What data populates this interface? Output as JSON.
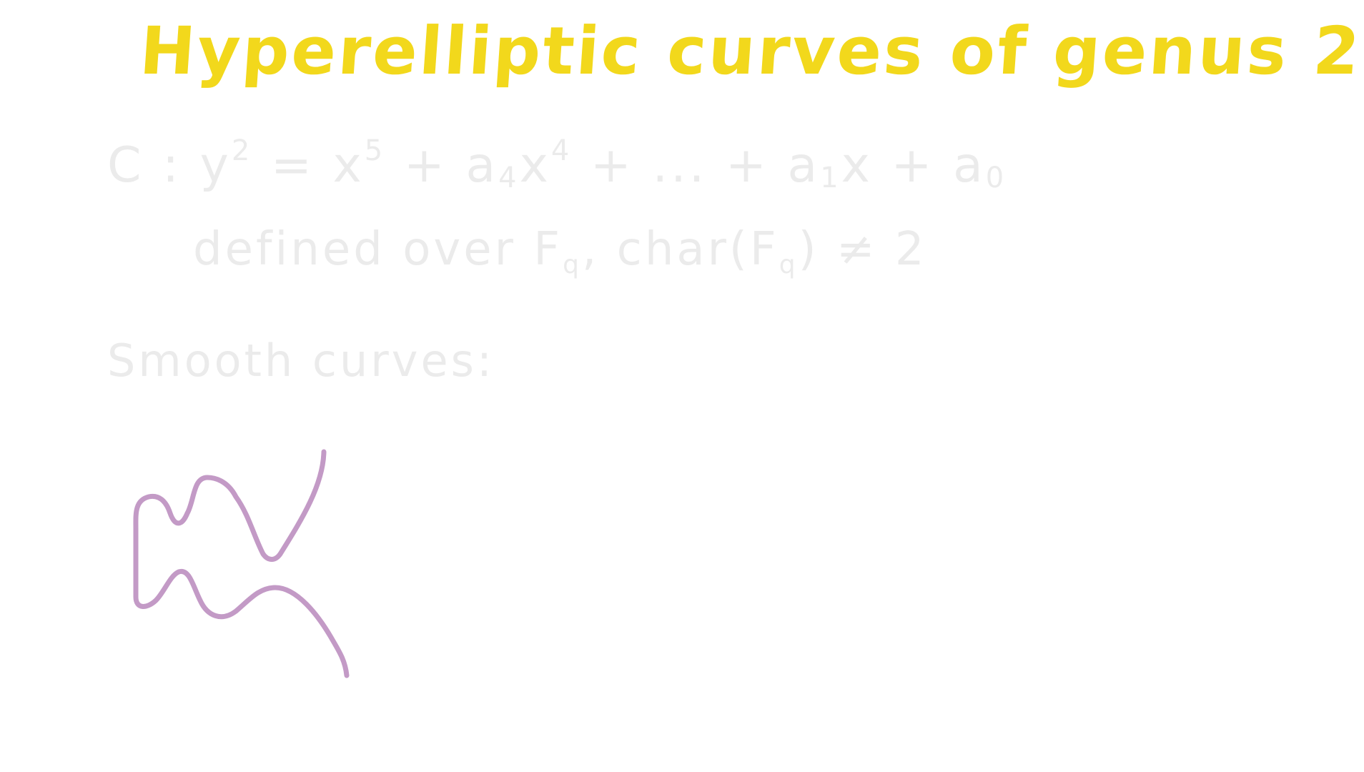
{
  "title": "Hyperelliptic curves of genus 2",
  "equation": {
    "lhs": "C : y",
    "lhs_exp": "2",
    "eq": " = x",
    "x_exp": "5",
    "t1": " + a",
    "t1_sub": "4",
    "t1_x": "x",
    "t1_exp": "4",
    "tail": " + ... + a",
    "a1_sub": "1",
    "a1_x": "x + a",
    "a0_sub": "0"
  },
  "definition": {
    "part1": "defined over F",
    "sub1": "q",
    "part2": ", char(F",
    "sub2": "q",
    "part3": ") ≠ 2"
  },
  "section_label": "Smooth curves:",
  "colors": {
    "title": "#f2d81c",
    "faded_text": "#ebebeb",
    "curve": "#c39ac6"
  }
}
